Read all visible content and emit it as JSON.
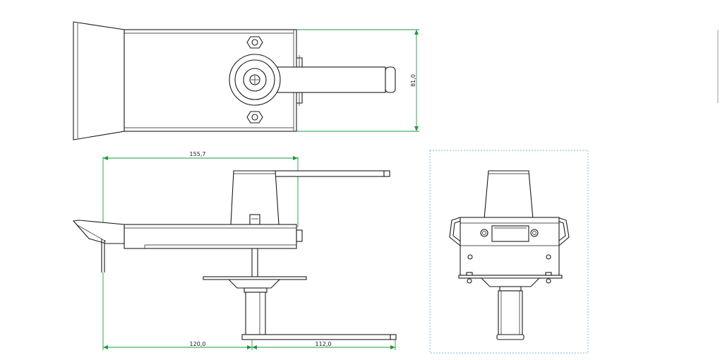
{
  "dimensions": {
    "height_top_view": "81,0",
    "overall_width": "155,7",
    "base_left": "120,0",
    "base_right": "112,0"
  },
  "colors": {
    "dimension_line": "#1f9a3c",
    "detail_frame": "#7fb5d8",
    "linework": "#1a1a1a"
  }
}
